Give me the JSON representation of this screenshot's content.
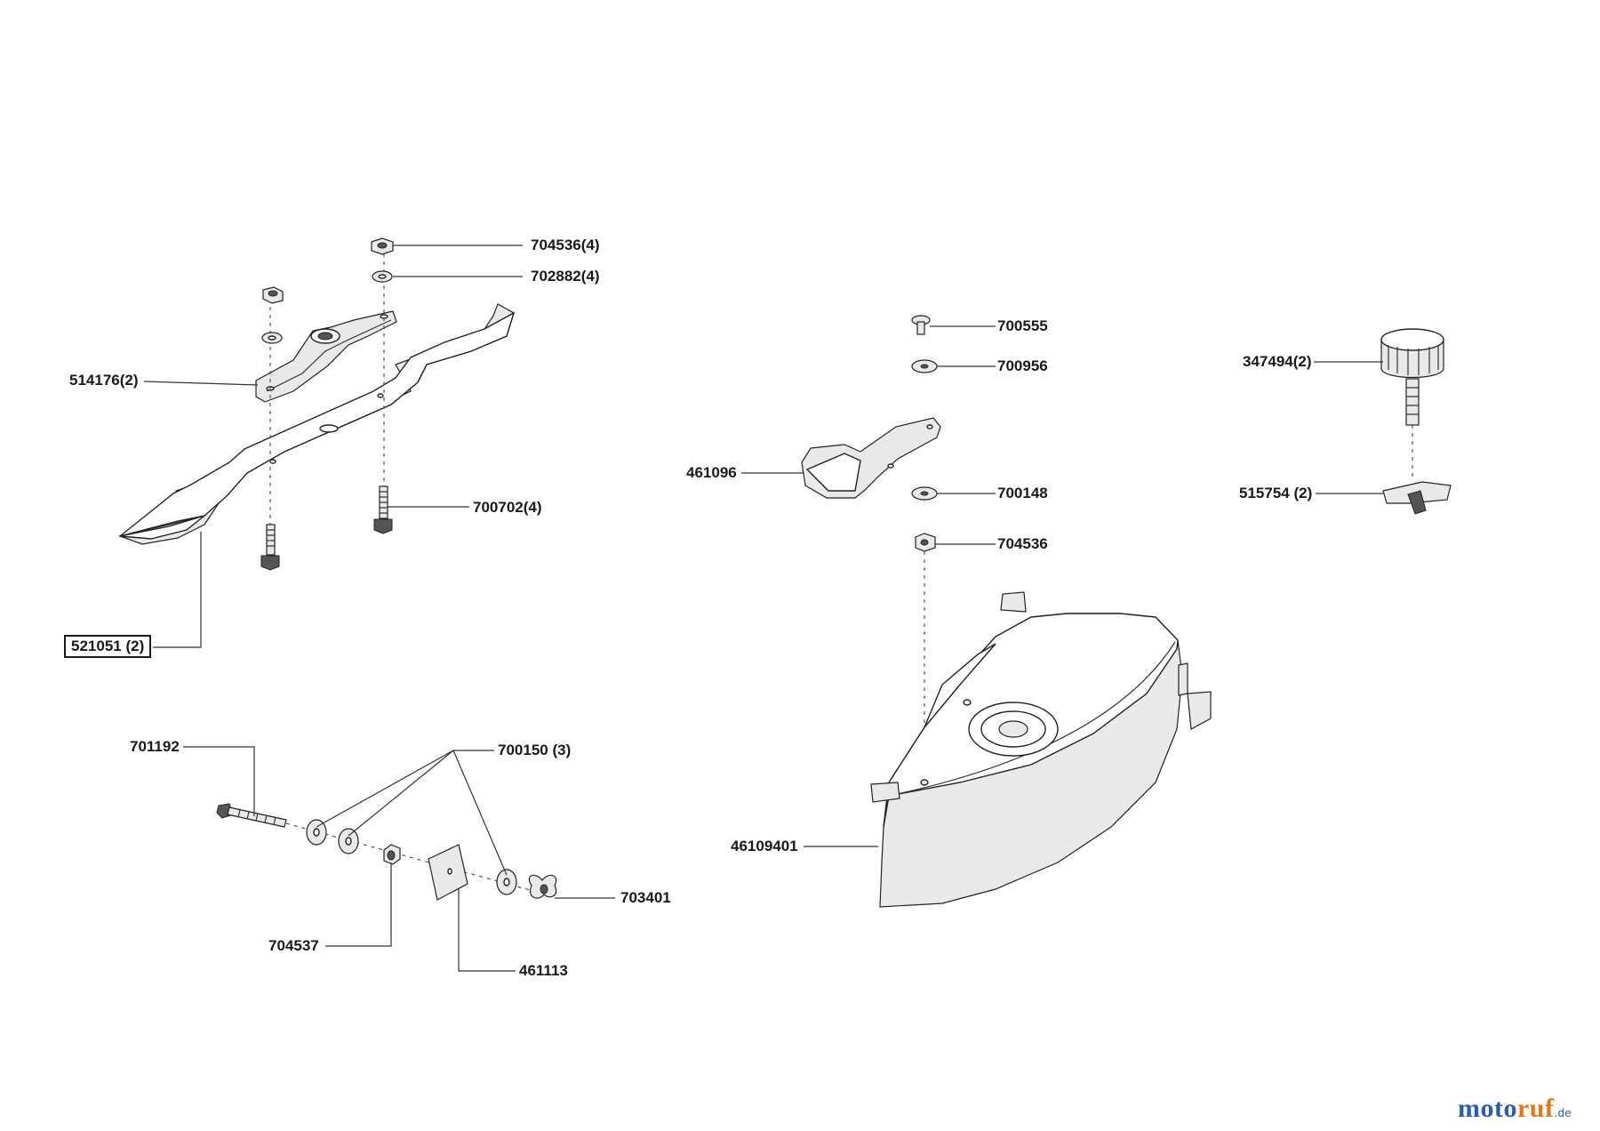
{
  "labels": {
    "p704536_4": "704536(4)",
    "p702882_4": "702882(4)",
    "p514176_2": "514176(2)",
    "p700702_4": "700702(4)",
    "p521051_2": "521051 (2)",
    "p701192": "701192",
    "p700150_3": "700150 (3)",
    "p703401": "703401",
    "p704537": "704537",
    "p461113": "461113",
    "p700555": "700555",
    "p700956": "700956",
    "p461096": "461096",
    "p700148": "700148",
    "p704536": "704536",
    "p46109401": "46109401",
    "p347494_2": "347494(2)",
    "p515754_2": "515754 (2)"
  },
  "logo": {
    "part1": "moto",
    "part2": "ruf",
    "part3": ".de"
  }
}
